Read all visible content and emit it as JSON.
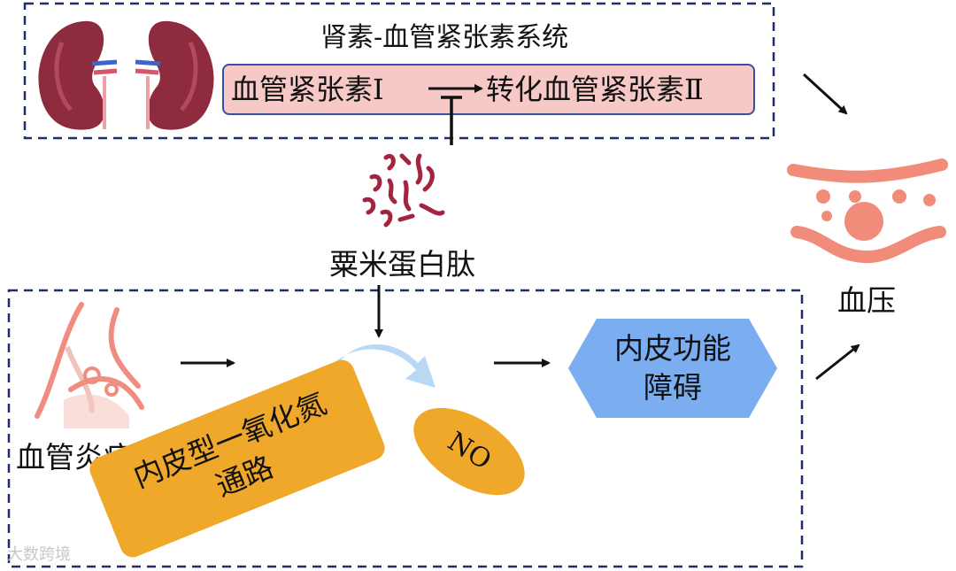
{
  "ras": {
    "title": "肾素-血管紧张素系统",
    "angiotensin_1": "血管紧张素Ⅰ",
    "angiotensin_2": "转化血管紧张素Ⅱ"
  },
  "peptide": {
    "label": "粟米蛋白肽"
  },
  "inflammation": {
    "label": "血管炎症"
  },
  "enos": {
    "line1": "内皮型一氧化氮",
    "line2": "通路"
  },
  "no": {
    "label": "NO"
  },
  "dysfunction": {
    "line1": "内皮功能",
    "line2": "障碍"
  },
  "blood_pressure": {
    "label": "血压"
  },
  "watermark": {
    "text": "大数跨境"
  },
  "colors": {
    "kidney": "#8e2b3e",
    "ras_fill": "#f7c9c6",
    "box_border": "#1e2f6e",
    "peptide": "#a3243e",
    "vessel": "#f08c80",
    "enos_fill": "#f0a82a",
    "no_fill": "#f0a82a",
    "dysfunction_fill": "#7aaef0",
    "arrow_light": "#b8d8f4"
  }
}
